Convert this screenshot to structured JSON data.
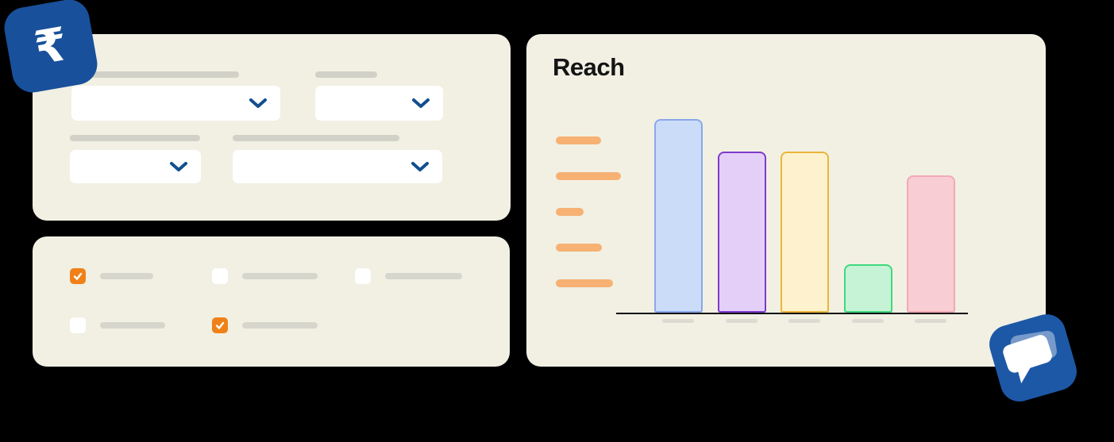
{
  "page": {
    "background": "#000000",
    "panel_bg": "#f1f0e3"
  },
  "badges": {
    "currency": {
      "icon": "rupee-icon",
      "symbol": "₹",
      "color": "#18509b"
    },
    "chat": {
      "icon": "chat-bubble-icon",
      "color": "#1d58a7"
    }
  },
  "filter_panel": {
    "chevron_color": "#124f8e",
    "fields": [
      {
        "name": "filter-1",
        "type": "select"
      },
      {
        "name": "filter-2",
        "type": "select"
      },
      {
        "name": "filter-3",
        "type": "select"
      },
      {
        "name": "filter-4",
        "type": "select"
      }
    ]
  },
  "checkbox_panel": {
    "checkbox_color": "#f08119",
    "rows": [
      {
        "items": [
          {
            "checked": true,
            "label_w": 67
          },
          {
            "checked": false,
            "label_w": 95
          },
          {
            "checked": false,
            "label_w": 97
          }
        ]
      },
      {
        "items": [
          {
            "checked": false,
            "label_w": 82
          },
          {
            "checked": true,
            "label_w": 95
          }
        ]
      }
    ]
  },
  "chart_data": {
    "type": "bar",
    "title": "Reach",
    "categories": [
      "",
      "",
      "",
      "",
      ""
    ],
    "values": [
      100,
      83,
      83,
      25,
      71
    ],
    "ylim": [
      0,
      100
    ],
    "grid": false,
    "legend": "none",
    "bar_fills": [
      "#cbdcf9",
      "#e4cff8",
      "#fdf2cd",
      "#c6f3d6",
      "#f9cdd4"
    ],
    "bar_borders": [
      "#8aa7ea",
      "#7e3bcc",
      "#eab53b",
      "#3fd87c",
      "#f2a9b4"
    ],
    "y_axis_skeleton_widths": [
      57,
      82,
      35,
      58,
      72
    ],
    "skeleton_color": "#f6b173"
  }
}
